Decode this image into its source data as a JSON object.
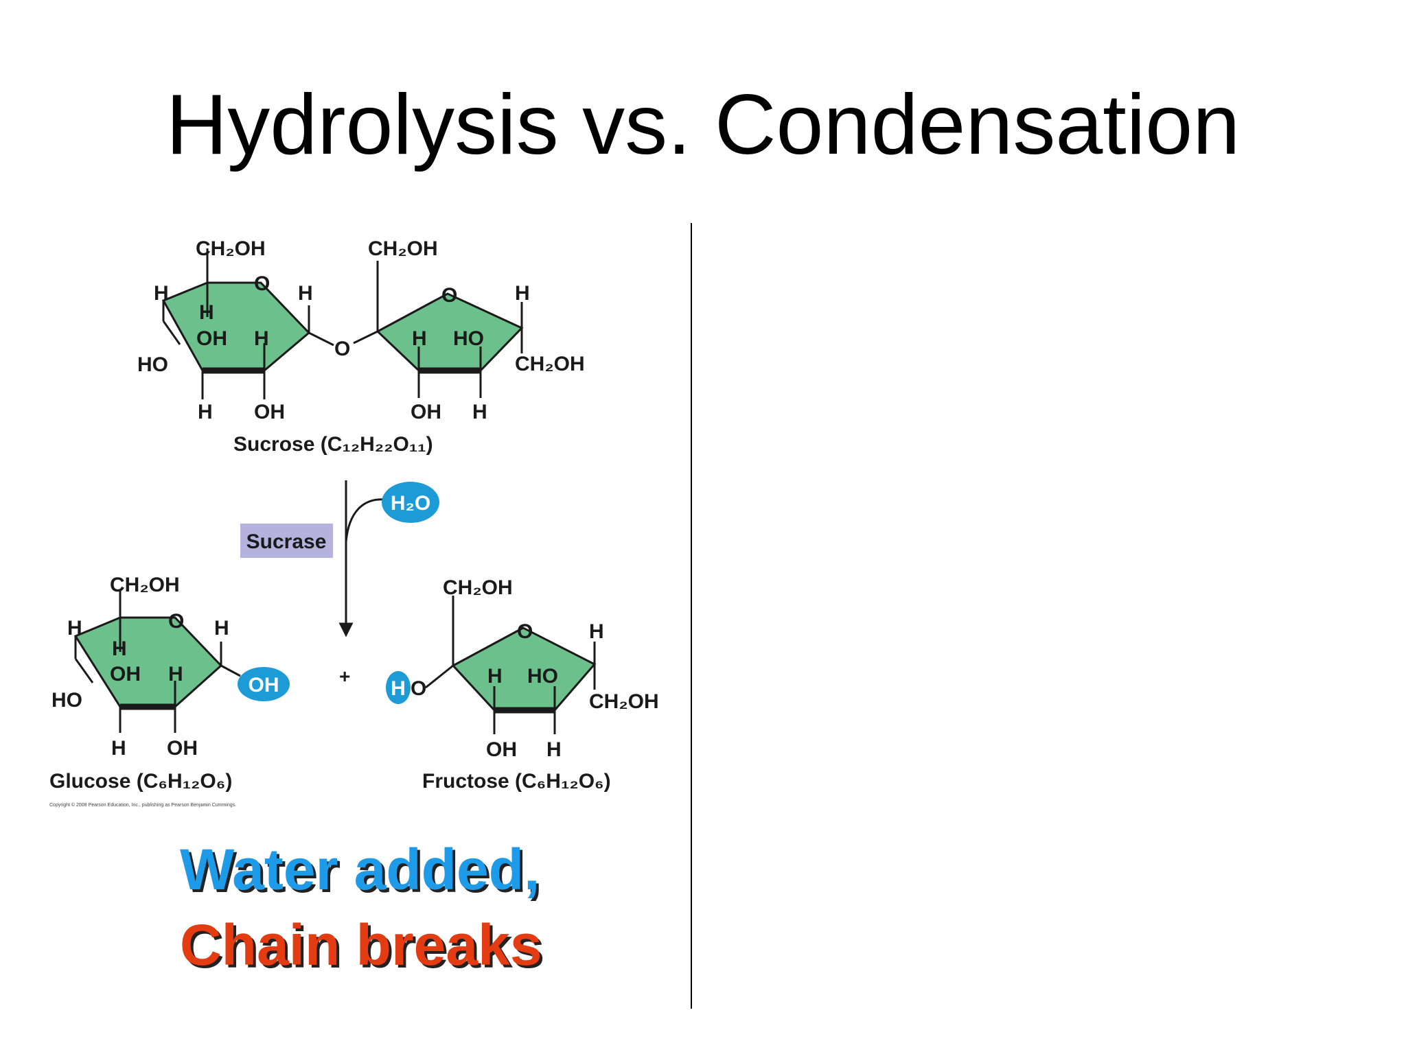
{
  "title": "Hydrolysis vs. Condensation",
  "colors": {
    "ring_fill": "#6cc08b",
    "ring_edge": "#1a1a1a",
    "highlight": "#1d9bd7",
    "enzyme_box": "#b5b2dd",
    "caption_blue": "#1e9be8",
    "caption_red": "#e33b12"
  },
  "sucrose": {
    "glc_ch2oh": "CH₂OH",
    "glc_h_left": "H",
    "glc_ring_o": "O",
    "glc_h_right": "H",
    "glc_h_inner": "H",
    "glc_oh_inner": "OH",
    "glc_h_inner2": "H",
    "glc_ho": "HO",
    "glc_h_bottom": "H",
    "glc_oh_bottom": "OH",
    "bridge_o": "O",
    "fru_ch2oh_top": "CH₂OH",
    "fru_ring_o": "O",
    "fru_h_right": "H",
    "fru_h_inner": "H",
    "fru_ho_inner": "HO",
    "fru_ch2oh_right": "CH₂OH",
    "fru_oh_bottom": "OH",
    "fru_h_bottom": "H",
    "name": "Sucrose (C₁₂H₂₂O₁₁)"
  },
  "reaction": {
    "water": "H₂O",
    "enzyme": "Sucrase",
    "plus": "+"
  },
  "glucose": {
    "ch2oh": "CH₂OH",
    "h_left": "H",
    "ring_o": "O",
    "h_right": "H",
    "h_inner": "H",
    "oh_inner": "OH",
    "h_inner2": "H",
    "ho": "HO",
    "oh_released": "OH",
    "h_bottom": "H",
    "oh_bottom": "OH",
    "name": "Glucose (C₆H₁₂O₆)"
  },
  "fructose": {
    "ch2oh_top": "CH₂OH",
    "h_released": "H",
    "o_released": "O",
    "ring_o": "O",
    "h_right": "H",
    "h_inner": "H",
    "ho_inner": "HO",
    "ch2oh_right": "CH₂OH",
    "oh_bottom": "OH",
    "h_bottom": "H",
    "name": "Fructose  (C₆H₁₂O₆)"
  },
  "copyright": "Copyright © 2008 Pearson Education, Inc., publishing as Pearson Benjamin Cummings.",
  "caption": {
    "line1": "Water added,",
    "line2": "Chain breaks"
  }
}
